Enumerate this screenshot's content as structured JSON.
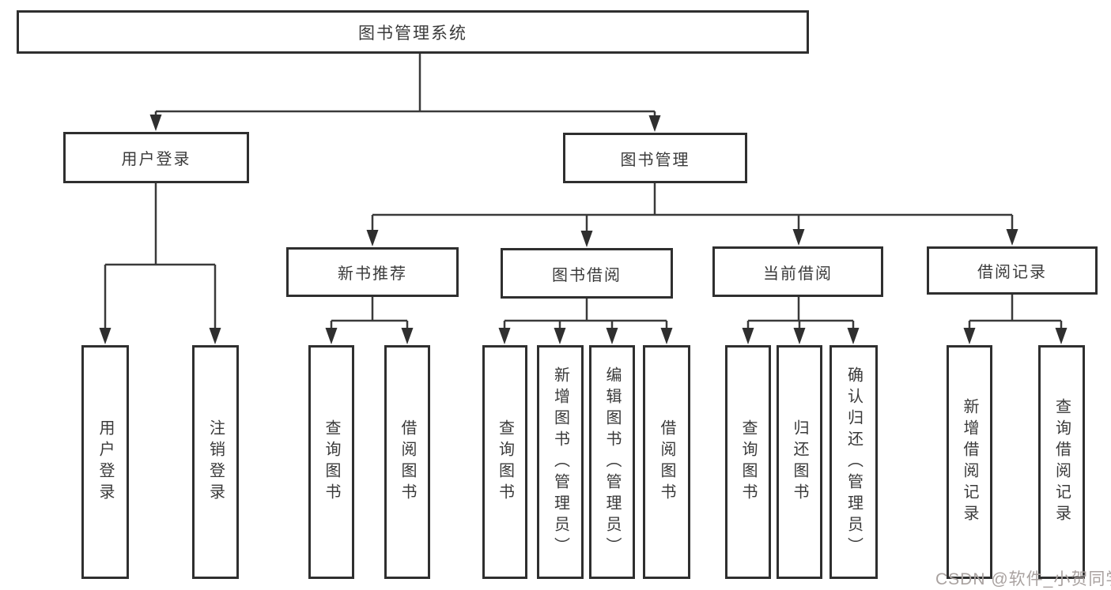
{
  "tree": {
    "root": {
      "label": "图书管理系统",
      "children": [
        {
          "label": "用户登录",
          "children": [
            {
              "label": "用户登录"
            },
            {
              "label": "注销登录"
            }
          ]
        },
        {
          "label": "图书管理",
          "children": [
            {
              "label": "新书推荐",
              "children": [
                {
                  "label": "查询图书"
                },
                {
                  "label": "借阅图书"
                }
              ]
            },
            {
              "label": "图书借阅",
              "children": [
                {
                  "label": "查询图书"
                },
                {
                  "label": "新增图书（管理员）"
                },
                {
                  "label": "编辑图书（管理员）"
                },
                {
                  "label": "借阅图书"
                }
              ]
            },
            {
              "label": "当前借阅",
              "children": [
                {
                  "label": "查询图书"
                },
                {
                  "label": "归还图书"
                },
                {
                  "label": "确认归还（管理员）"
                }
              ]
            },
            {
              "label": "借阅记录",
              "children": [
                {
                  "label": "新增借阅记录"
                },
                {
                  "label": "查询借阅记录"
                }
              ]
            }
          ]
        }
      ]
    }
  },
  "watermark": {
    "text": "CSDN @软件_小贺同学"
  },
  "colors": {
    "line": "#3a3a3a",
    "border": "#2f2f2f",
    "text": "#3a3a3a",
    "watermark_text": "#a9a2a0",
    "background": "#ffffff"
  }
}
